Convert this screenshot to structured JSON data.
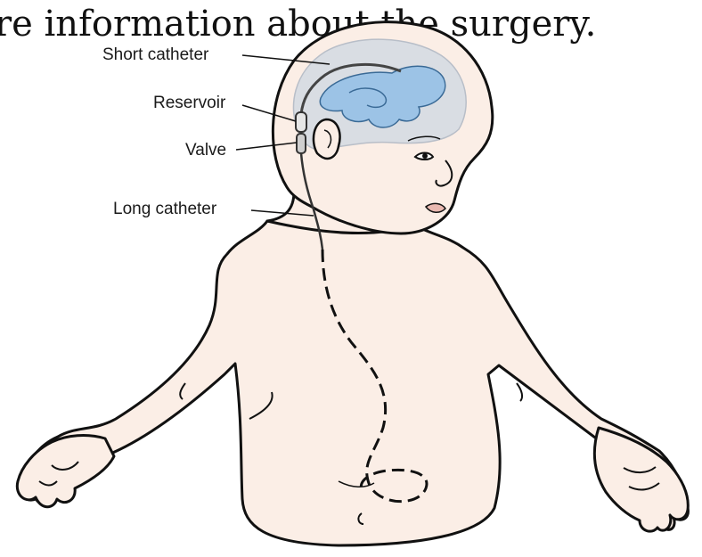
{
  "page": {
    "caption_fragment": "re information about the surgery."
  },
  "diagram": {
    "labels": {
      "short_catheter": "Short catheter",
      "reservoir": "Reservoir",
      "valve": "Valve",
      "long_catheter": "Long catheter"
    },
    "colors": {
      "skin": "#fbeee6",
      "brain": "#d9dde3",
      "ventricle": "#9cc3e6",
      "outline": "#111111"
    }
  }
}
